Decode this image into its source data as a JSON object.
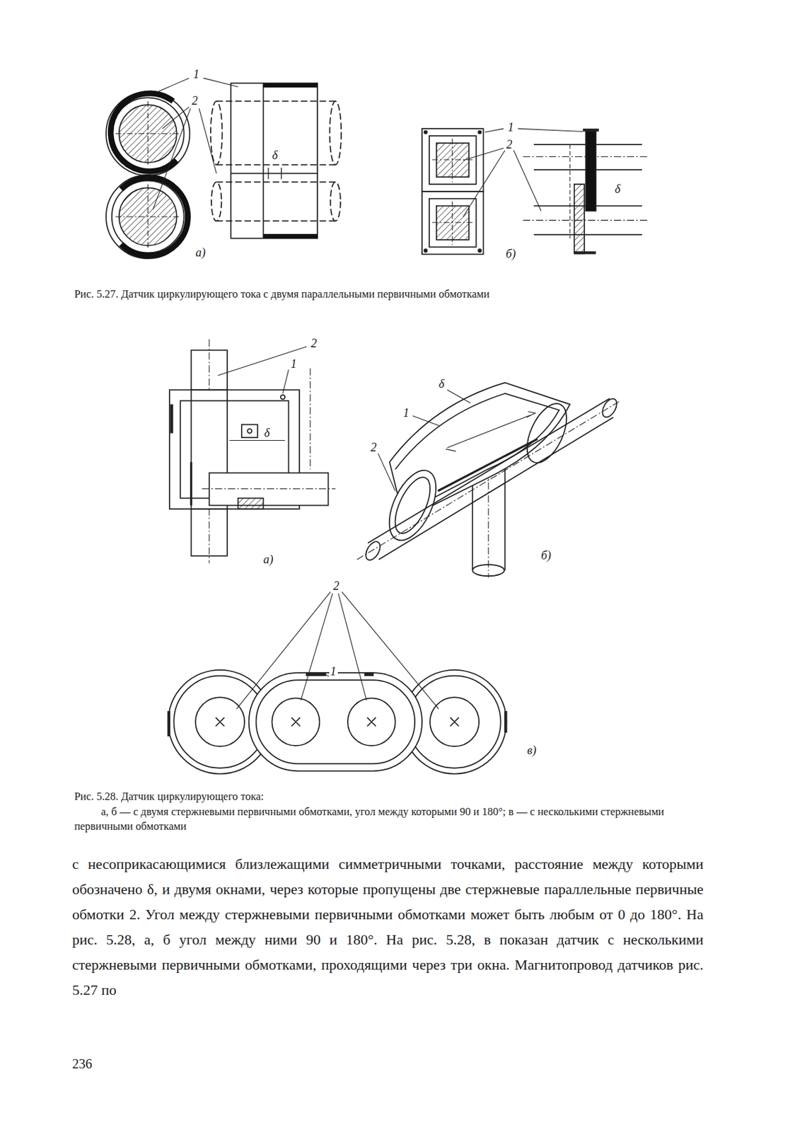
{
  "diagram": {
    "labels": [
      "1",
      "2",
      "δ",
      "а)",
      "1",
      "2",
      "δ",
      "б)",
      "Рис. 5.27. Датчик циркулирующего тока с двумя параллельными первичными обмотками",
      "2",
      "1",
      "δ",
      "а)",
      "δ",
      "1",
      "2",
      "б)",
      "2",
      "1",
      "в)",
      "Рис. 5.28. Датчик циркулирующего тока:",
      "а, б — с двумя стержневыми первичными обмотками, угол между которыми 90 и 180°; в — с несколькими стержневыми первичными обмотками",
      "с несоприкасающимися близлежащими симметричными точками, расстояние между которыми обозначено δ, и двумя окнами, через которые пропущены две стержневые параллельные первичные обмотки 2. Угол между стержневыми первичными обмотками может быть любым от 0 до 180°. На рис. 5.28, а, б угол между ними 90 и 180°. На рис. 5.28, в показан датчик с несколькими стержневыми первичными обмотками, проходящими через три окна. Магнитопровод датчиков рис. 5.27 по",
      "236"
    ]
  }
}
